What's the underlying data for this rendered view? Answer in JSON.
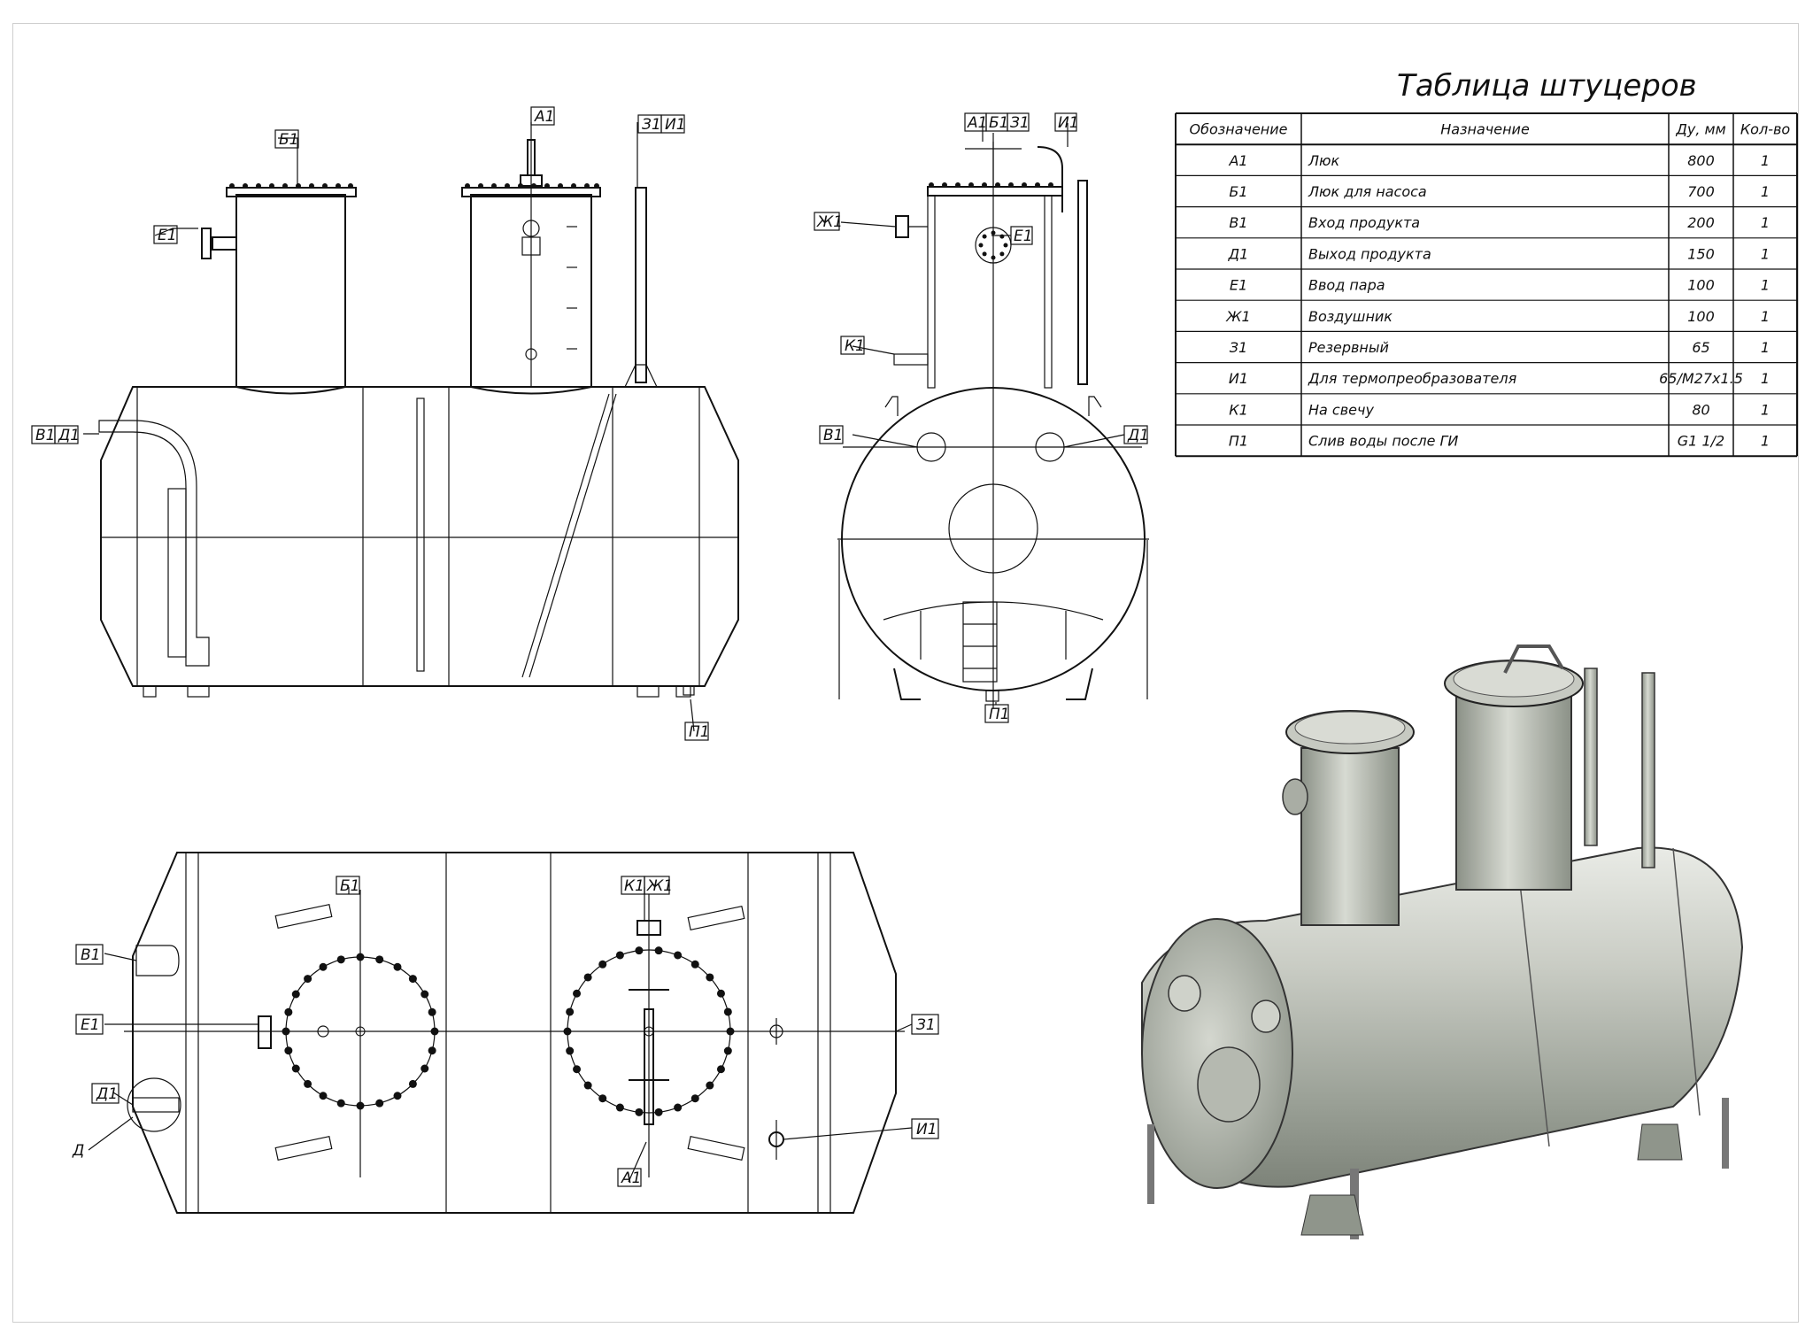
{
  "table": {
    "title": "Таблица штуцеров",
    "headers": [
      "Обозначение",
      "Назначение",
      "Ду, мм",
      "Кол-во"
    ],
    "rows": [
      [
        "А1",
        "Люк",
        "800",
        "1"
      ],
      [
        "Б1",
        "Люк для насоса",
        "700",
        "1"
      ],
      [
        "В1",
        "Вход продукта",
        "200",
        "1"
      ],
      [
        "Д1",
        "Выход продукта",
        "150",
        "1"
      ],
      [
        "Е1",
        "Ввод пара",
        "100",
        "1"
      ],
      [
        "Ж1",
        "Воздушник",
        "100",
        "1"
      ],
      [
        "З1",
        "Резервный",
        "65",
        "1"
      ],
      [
        "И1",
        "Для термопреобразователя",
        "65/М27x1.5",
        "1"
      ],
      [
        "К1",
        "На свечу",
        "80",
        "1"
      ],
      [
        "П1",
        "Слив воды после ГИ",
        "G1 1/2",
        "1"
      ]
    ]
  },
  "labels": {
    "A1": "А1",
    "B1": "Б1",
    "V1": "В1",
    "D1": "Д1",
    "E1": "Е1",
    "Zh1": "Ж1",
    "Z1": "З1",
    "I1": "И1",
    "K1": "К1",
    "P1": "П1",
    "D": "Д"
  },
  "colors": {
    "line": "#111111",
    "frame": "#cfcfcf",
    "tank": "#b9bdb3"
  }
}
